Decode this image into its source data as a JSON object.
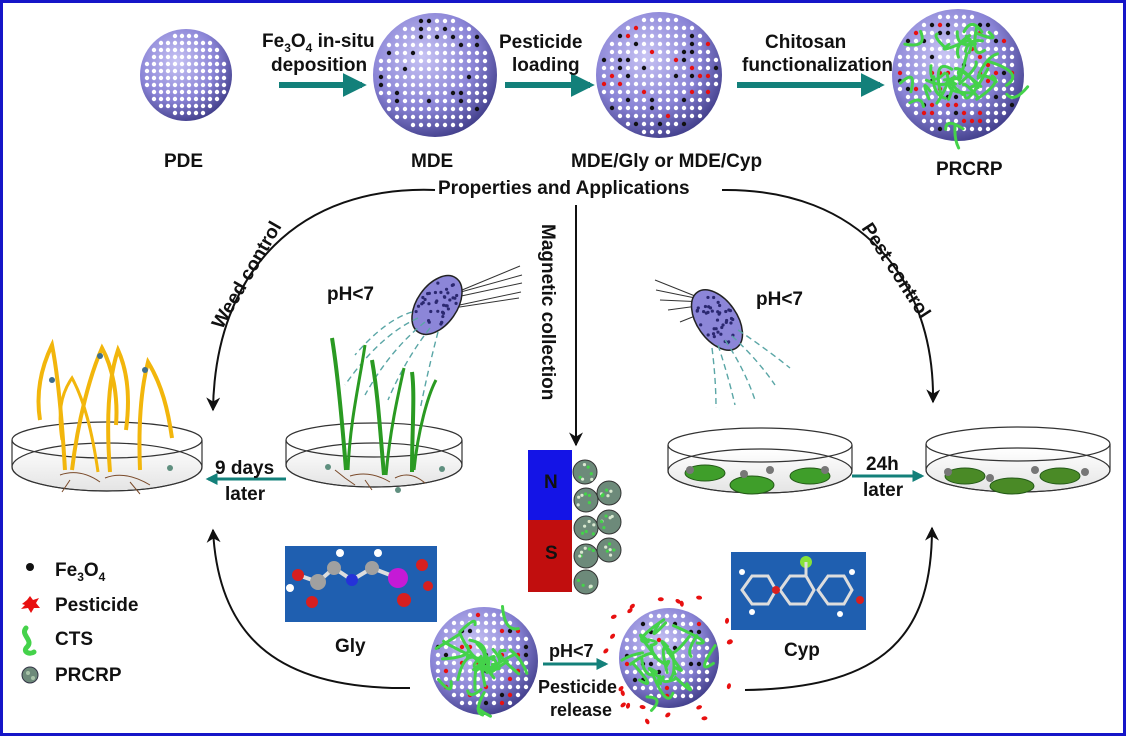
{
  "stages": {
    "pde": "PDE",
    "mde": "MDE",
    "mde_gly_cyp": "MDE/Gly or MDE/Cyp",
    "prcrp": "PRCRP"
  },
  "steps": {
    "step1_line1_main": "Fe",
    "step1_line1_sub1": "3",
    "step1_line1_mid": "O",
    "step1_line1_sub2": "4",
    "step1_line1_rest": " in-situ",
    "step1_line2": "deposition",
    "step2_line1": "Pesticide",
    "step2_line2": "loading",
    "step3_line1": "Chitosan",
    "step3_line2": "functionalization"
  },
  "center_title": "Properties and Applications",
  "branches": {
    "weed": "Weed control",
    "magnetic": "Magnetic collection",
    "pest": "Pest control"
  },
  "conditions": {
    "ph_left": "pH<7",
    "ph_right": "pH<7",
    "ph_bottom": "pH<7"
  },
  "time_labels": {
    "days_line1": "9 days",
    "days_line2": "later",
    "hours_line1": "24h",
    "hours_line2": "later"
  },
  "magnet": {
    "north": "N",
    "south": "S"
  },
  "molecules": {
    "gly": "Gly",
    "cyp": "Cyp"
  },
  "release": {
    "line1": "Pesticide",
    "line2": "release"
  },
  "legend": {
    "fe_main": "Fe",
    "fe_sub1": "3",
    "fe_mid": "O",
    "fe_sub2": "4",
    "pesticide": "Pesticide",
    "cts": "CTS",
    "prcrp": "PRCRP"
  },
  "colors": {
    "frame": "#1515c8",
    "arrow_teal": "#13807a",
    "sphere": "#8c86d8",
    "sphere_dark": "#3d3a86",
    "chitosan_green": "#44d24a",
    "pesticide_red": "#e81010",
    "magnet_north": "#1414e6",
    "magnet_south": "#c10e0e",
    "plant_green": "#2a9a22",
    "plant_yellow": "#f2b60c"
  }
}
